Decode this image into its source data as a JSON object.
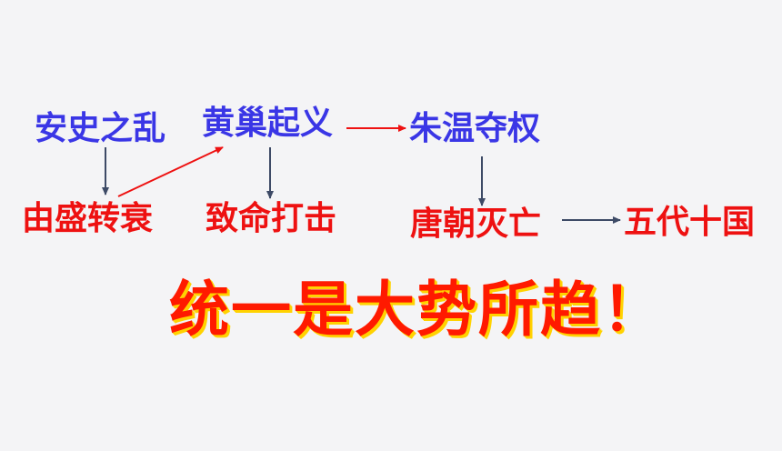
{
  "nodes": {
    "anshi": "安史之乱",
    "huangchao": "黄巢起义",
    "zhuwen": "朱温夺权",
    "yousheng": "由盛转衰",
    "zhiming": "致命打击",
    "tangchao": "唐朝灭亡",
    "wudai": "五代十国"
  },
  "slogan": "统一是大势所趋！",
  "colors": {
    "blue_text": "#3a36e6",
    "red_text": "#ee1111",
    "dark_arrow": "#3d4a66",
    "red_arrow": "#ee1111",
    "slogan_fill": "#ff1a00",
    "slogan_shadow": "#ffd200"
  }
}
